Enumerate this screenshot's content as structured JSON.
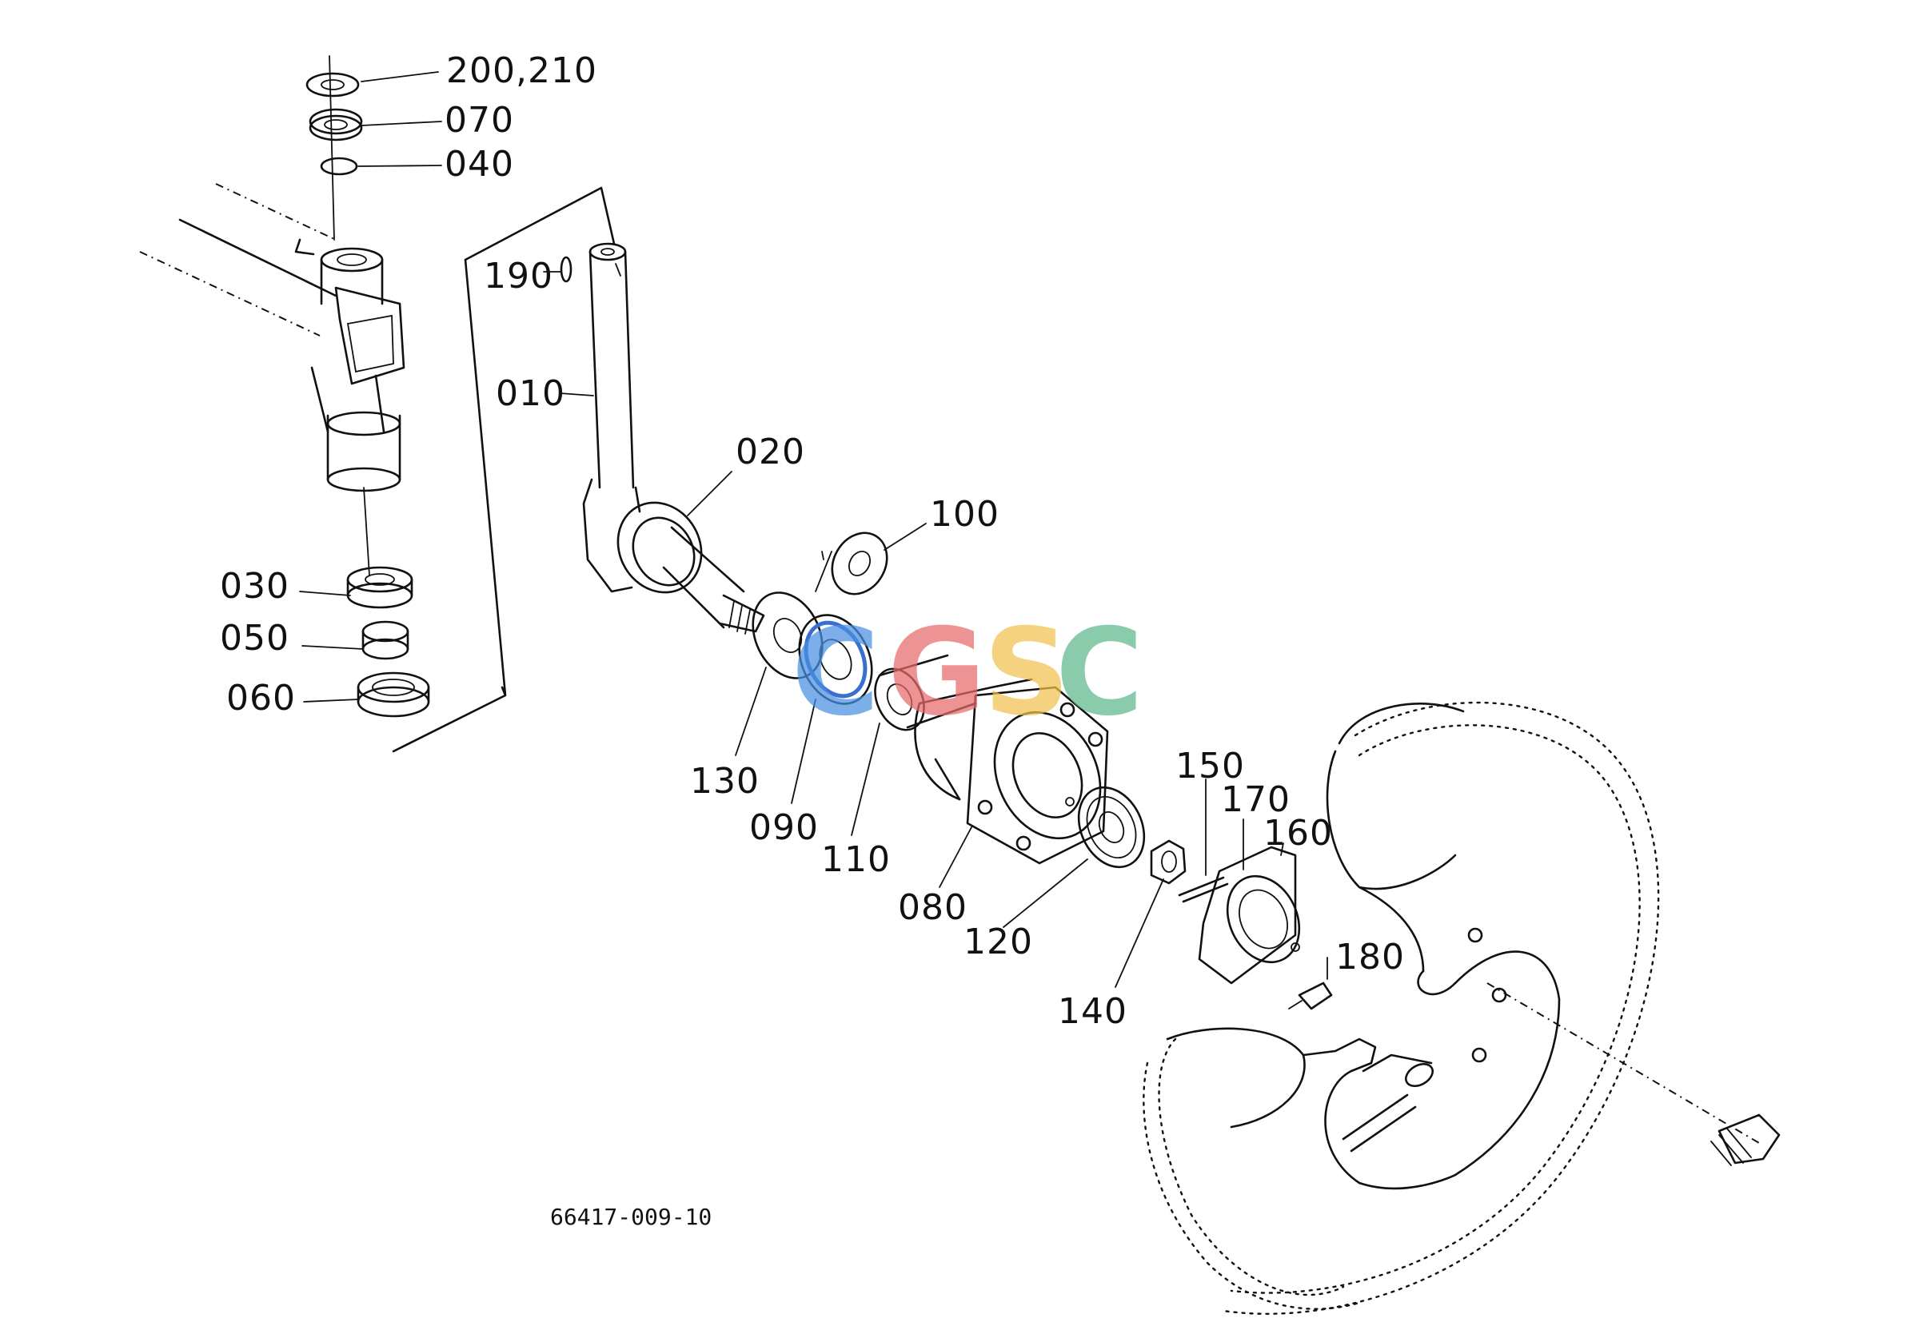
{
  "diagram": {
    "drawing_code": "66417-009-10",
    "parts": [
      {
        "label": "200,210"
      },
      {
        "label": "070"
      },
      {
        "label": "040"
      },
      {
        "label": "190"
      },
      {
        "label": "010"
      },
      {
        "label": "020"
      },
      {
        "label": "100"
      },
      {
        "label": "030"
      },
      {
        "label": "050"
      },
      {
        "label": "060"
      },
      {
        "label": "130"
      },
      {
        "label": "090"
      },
      {
        "label": "110"
      },
      {
        "label": "080"
      },
      {
        "label": "120"
      },
      {
        "label": "150"
      },
      {
        "label": "170"
      },
      {
        "label": "160"
      },
      {
        "label": "180"
      },
      {
        "label": "140"
      }
    ]
  },
  "watermark": {
    "letters": [
      "C",
      "G",
      "S",
      "C"
    ],
    "colors": [
      "#4a90e2",
      "#e86a6a",
      "#f2c14e",
      "#5cb88a"
    ]
  }
}
